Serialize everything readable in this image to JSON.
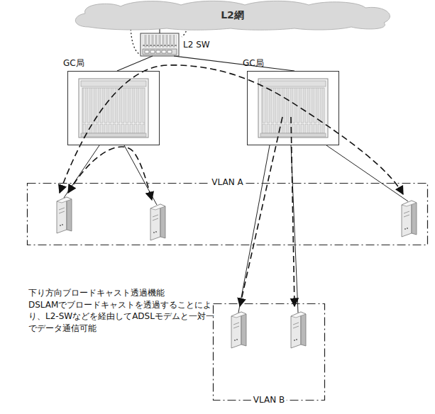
{
  "diagram": {
    "nodes": [
      {
        "text": [
          "L2網"
        ]
      },
      {
        "text": [
          "L2 SW"
        ]
      },
      {
        "text": [
          "GC局"
        ]
      },
      {
        "text": [
          "GC局"
        ]
      },
      {
        "text": [
          "VLAN A"
        ]
      },
      {
        "text": [
          "VLAN B"
        ]
      }
    ],
    "edges": [
      {
        "from": 0,
        "to": 1,
        "arrow": "none"
      },
      {
        "from": 1,
        "to": 2,
        "arrow": "none"
      },
      {
        "from": 1,
        "to": 3,
        "arrow": "none"
      }
    ],
    "labels": [
      "下り方向ブロードキャスト透過機能",
      "DSLAMでブロードキャストを透過することにより、L2-SWなどを経由してADSLモデムと一対一でデータ通信可能"
    ]
  }
}
